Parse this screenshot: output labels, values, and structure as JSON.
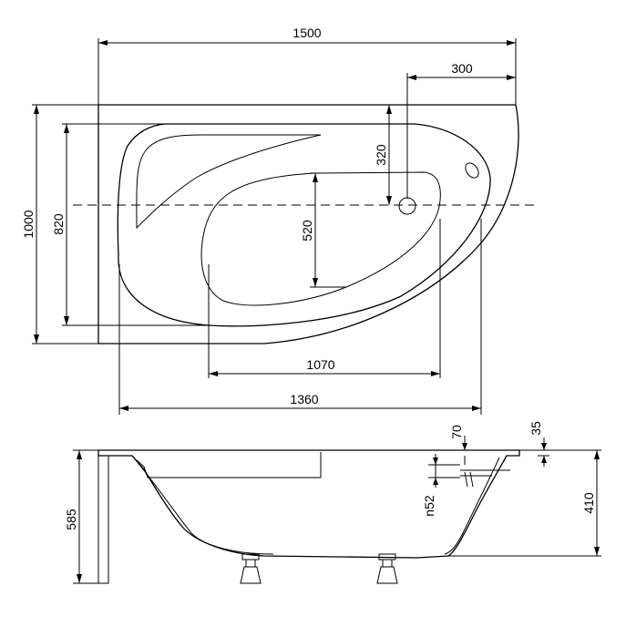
{
  "dimensions": {
    "top_width": "1500",
    "drain_offset": "300",
    "total_depth": "1000",
    "inner_depth": "820",
    "drain_from_top": "320",
    "bottom_depth": "520",
    "bottom_length": "1070",
    "inner_length": "1360",
    "rim_thickness": "70",
    "overflow_offset": "35",
    "overflow_diameter": "n52",
    "total_height": "585",
    "tub_height": "410"
  }
}
